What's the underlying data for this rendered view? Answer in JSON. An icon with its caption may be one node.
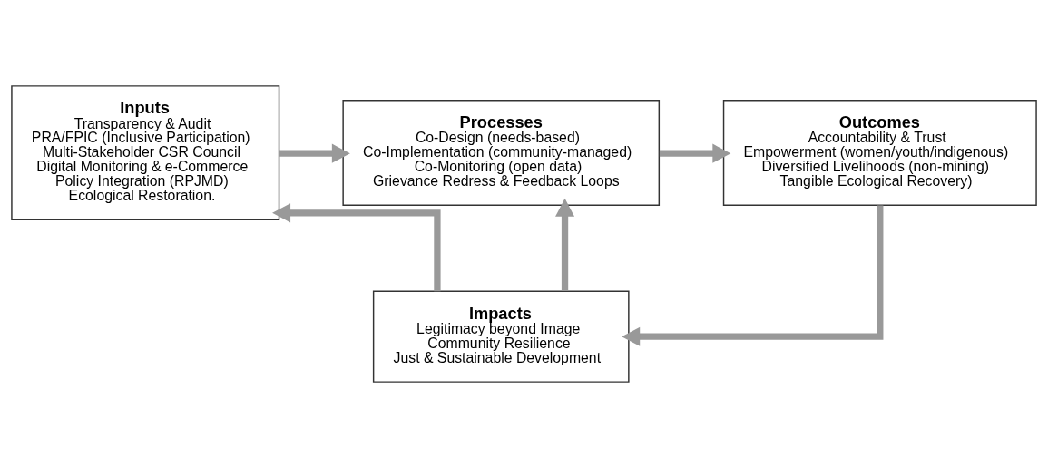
{
  "diagram": {
    "nodes": [
      {
        "text": [
          "Inputs",
          "Transparency & Audit",
          "PRA/FPIC (Inclusive Participation)",
          "Multi-Stakeholder CSR Council",
          "Digital Monitoring & e-Commerce",
          "Policy Integration (RPJMD)",
          "Ecological Restoration."
        ]
      },
      {
        "text": [
          "Processes",
          "Co-Design (needs-based)",
          "Co-Implementation (community-managed)",
          "Co-Monitoring (open data)",
          "Grievance Redress & Feedback Loops"
        ]
      },
      {
        "text": [
          "Outcomes",
          "Accountability & Trust",
          "Empowerment (women/youth/indigenous)",
          "Diversified Livelihoods (non-mining)",
          "Tangible Ecological Recovery)"
        ]
      },
      {
        "text": [
          "Impacts",
          "Legitimacy beyond Image",
          "Community Resilience",
          "Just & Sustainable Development"
        ]
      }
    ],
    "edges": [
      {
        "from": 0,
        "to": 1,
        "arrow": "to"
      },
      {
        "from": 1,
        "to": 2,
        "arrow": "to"
      },
      {
        "from": 2,
        "to": 3,
        "arrow": "to"
      },
      {
        "from": 3,
        "to": 0,
        "arrow": "to"
      },
      {
        "from": 3,
        "to": 1,
        "arrow": "to"
      }
    ]
  }
}
